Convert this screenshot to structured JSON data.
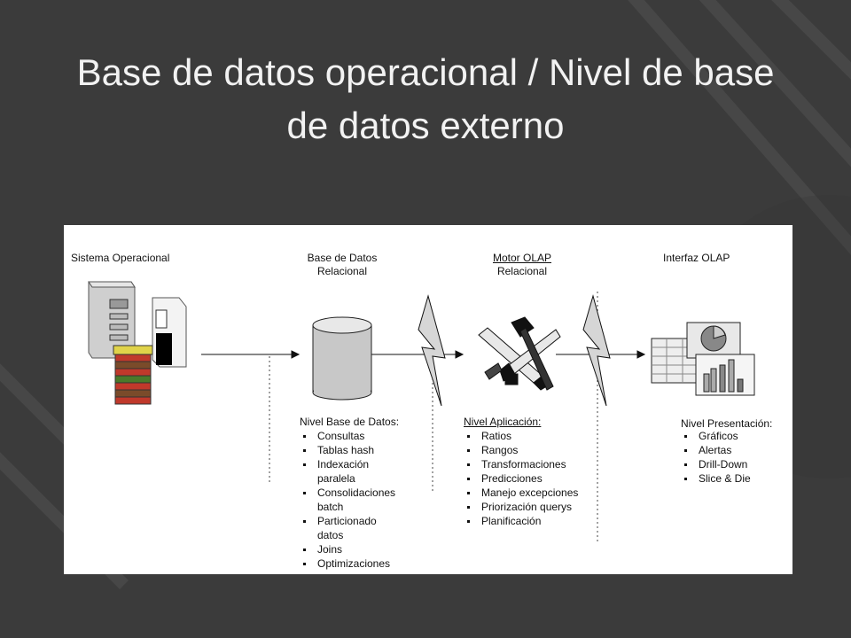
{
  "slide": {
    "title": "Base de datos operacional / Nivel de base de datos externo"
  },
  "diagram": {
    "columns": [
      {
        "label": "Sistema Operacional"
      },
      {
        "label_line1": "Base de Datos",
        "label_line2": "Relacional"
      },
      {
        "label_line1": "Motor OLAP",
        "label_line2": "Relacional"
      },
      {
        "label": "Interfaz OLAP"
      }
    ],
    "levels": {
      "base_datos": {
        "title": "Nivel Base de Datos:",
        "items": [
          "Consultas",
          "Tablas hash",
          "Indexación",
          "paralela",
          "Consolidaciones",
          "batch",
          "Particionado",
          "datos",
          "Joins",
          "Optimizaciones"
        ]
      },
      "aplicacion": {
        "title": "Nivel Aplicación:",
        "items": [
          "Ratios",
          "Rangos",
          "Transformaciones",
          "Predicciones",
          "Manejo excepciones",
          "Priorización querys",
          "Planificación"
        ]
      },
      "presentacion": {
        "title": "Nivel Presentación:",
        "items": [
          "Gráficos",
          "Alertas",
          "Drill-Down",
          "Slice & Die"
        ]
      }
    },
    "icons": [
      "server-icon",
      "database-cylinder-icon",
      "tools-icon",
      "charts-icon",
      "lightning-icon"
    ]
  }
}
